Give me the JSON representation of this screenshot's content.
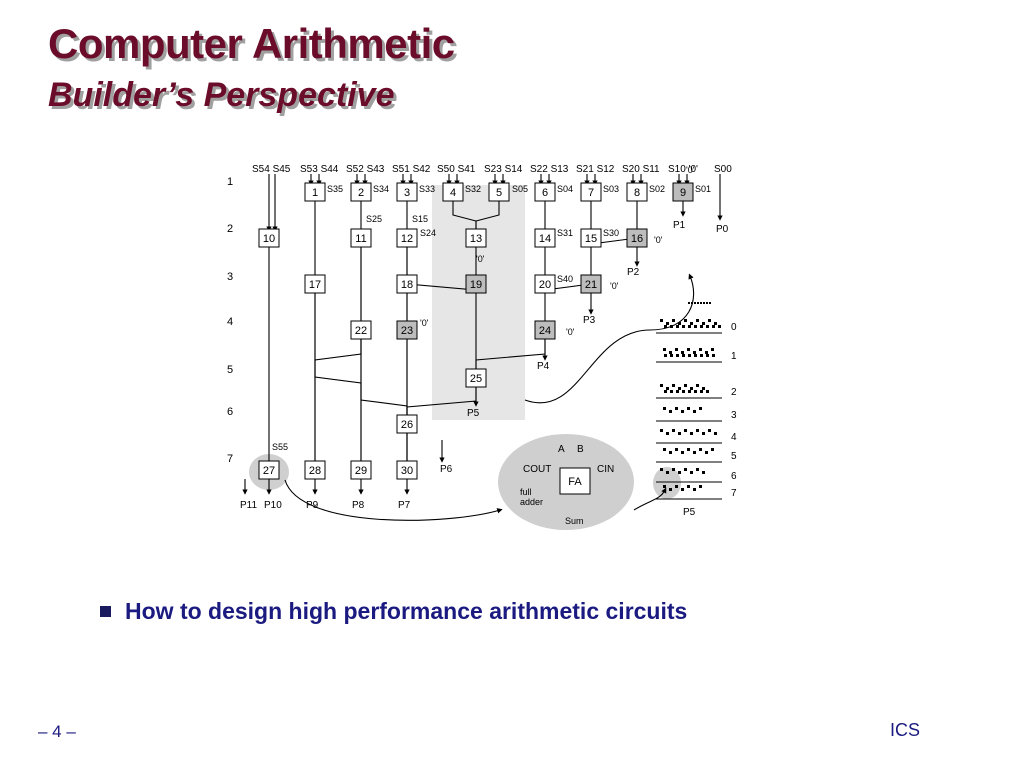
{
  "slide": {
    "title": "Computer Arithmetic",
    "subtitle": "Builder’s Perspective",
    "bullet": "How to design high performance arithmetic circuits",
    "page_number": "– 4 –",
    "course": "ICS"
  },
  "diagram": {
    "row_labels": [
      "1",
      "2",
      "3",
      "4",
      "5",
      "6",
      "7"
    ],
    "nodes": [
      "1",
      "2",
      "3",
      "4",
      "5",
      "6",
      "7",
      "8",
      "9",
      "10",
      "11",
      "12",
      "13",
      "14",
      "15",
      "16",
      "17",
      "18",
      "19",
      "20",
      "21",
      "22",
      "23",
      "24",
      "25",
      "26",
      "27",
      "28",
      "29",
      "30"
    ],
    "inputs": {
      "top": [
        "S54 S45",
        "S53 S44",
        "S52 S43",
        "S51 S42",
        "S50 S41",
        "S23 S14",
        "S22 S13",
        "S21 S12",
        "S20 S11",
        "S10 '0'",
        "S00"
      ],
      "side": [
        "S35",
        "S34",
        "S33",
        "S32",
        "S05",
        "S04",
        "S03",
        "S02",
        "S01",
        "S25",
        "S15",
        "S24",
        "S31",
        "S30",
        "S40",
        "S55"
      ]
    },
    "constants": [
      "'0'",
      "'0'",
      "'0'",
      "'0'",
      "'0'",
      "'0'"
    ],
    "outputs": [
      "P0",
      "P1",
      "P2",
      "P3",
      "P4",
      "P5",
      "P6",
      "P7",
      "P8",
      "P9",
      "P10",
      "P11",
      "P5"
    ],
    "full_adder": {
      "label": "FA",
      "inputs": [
        "A",
        "B"
      ],
      "carry_out": "COUT",
      "carry_in": "CIN",
      "caption": [
        "full",
        "adder"
      ],
      "sum": "Sum"
    },
    "pattern_rows": [
      "0",
      "1",
      "2",
      "3",
      "4",
      "5",
      "6",
      "7"
    ]
  }
}
